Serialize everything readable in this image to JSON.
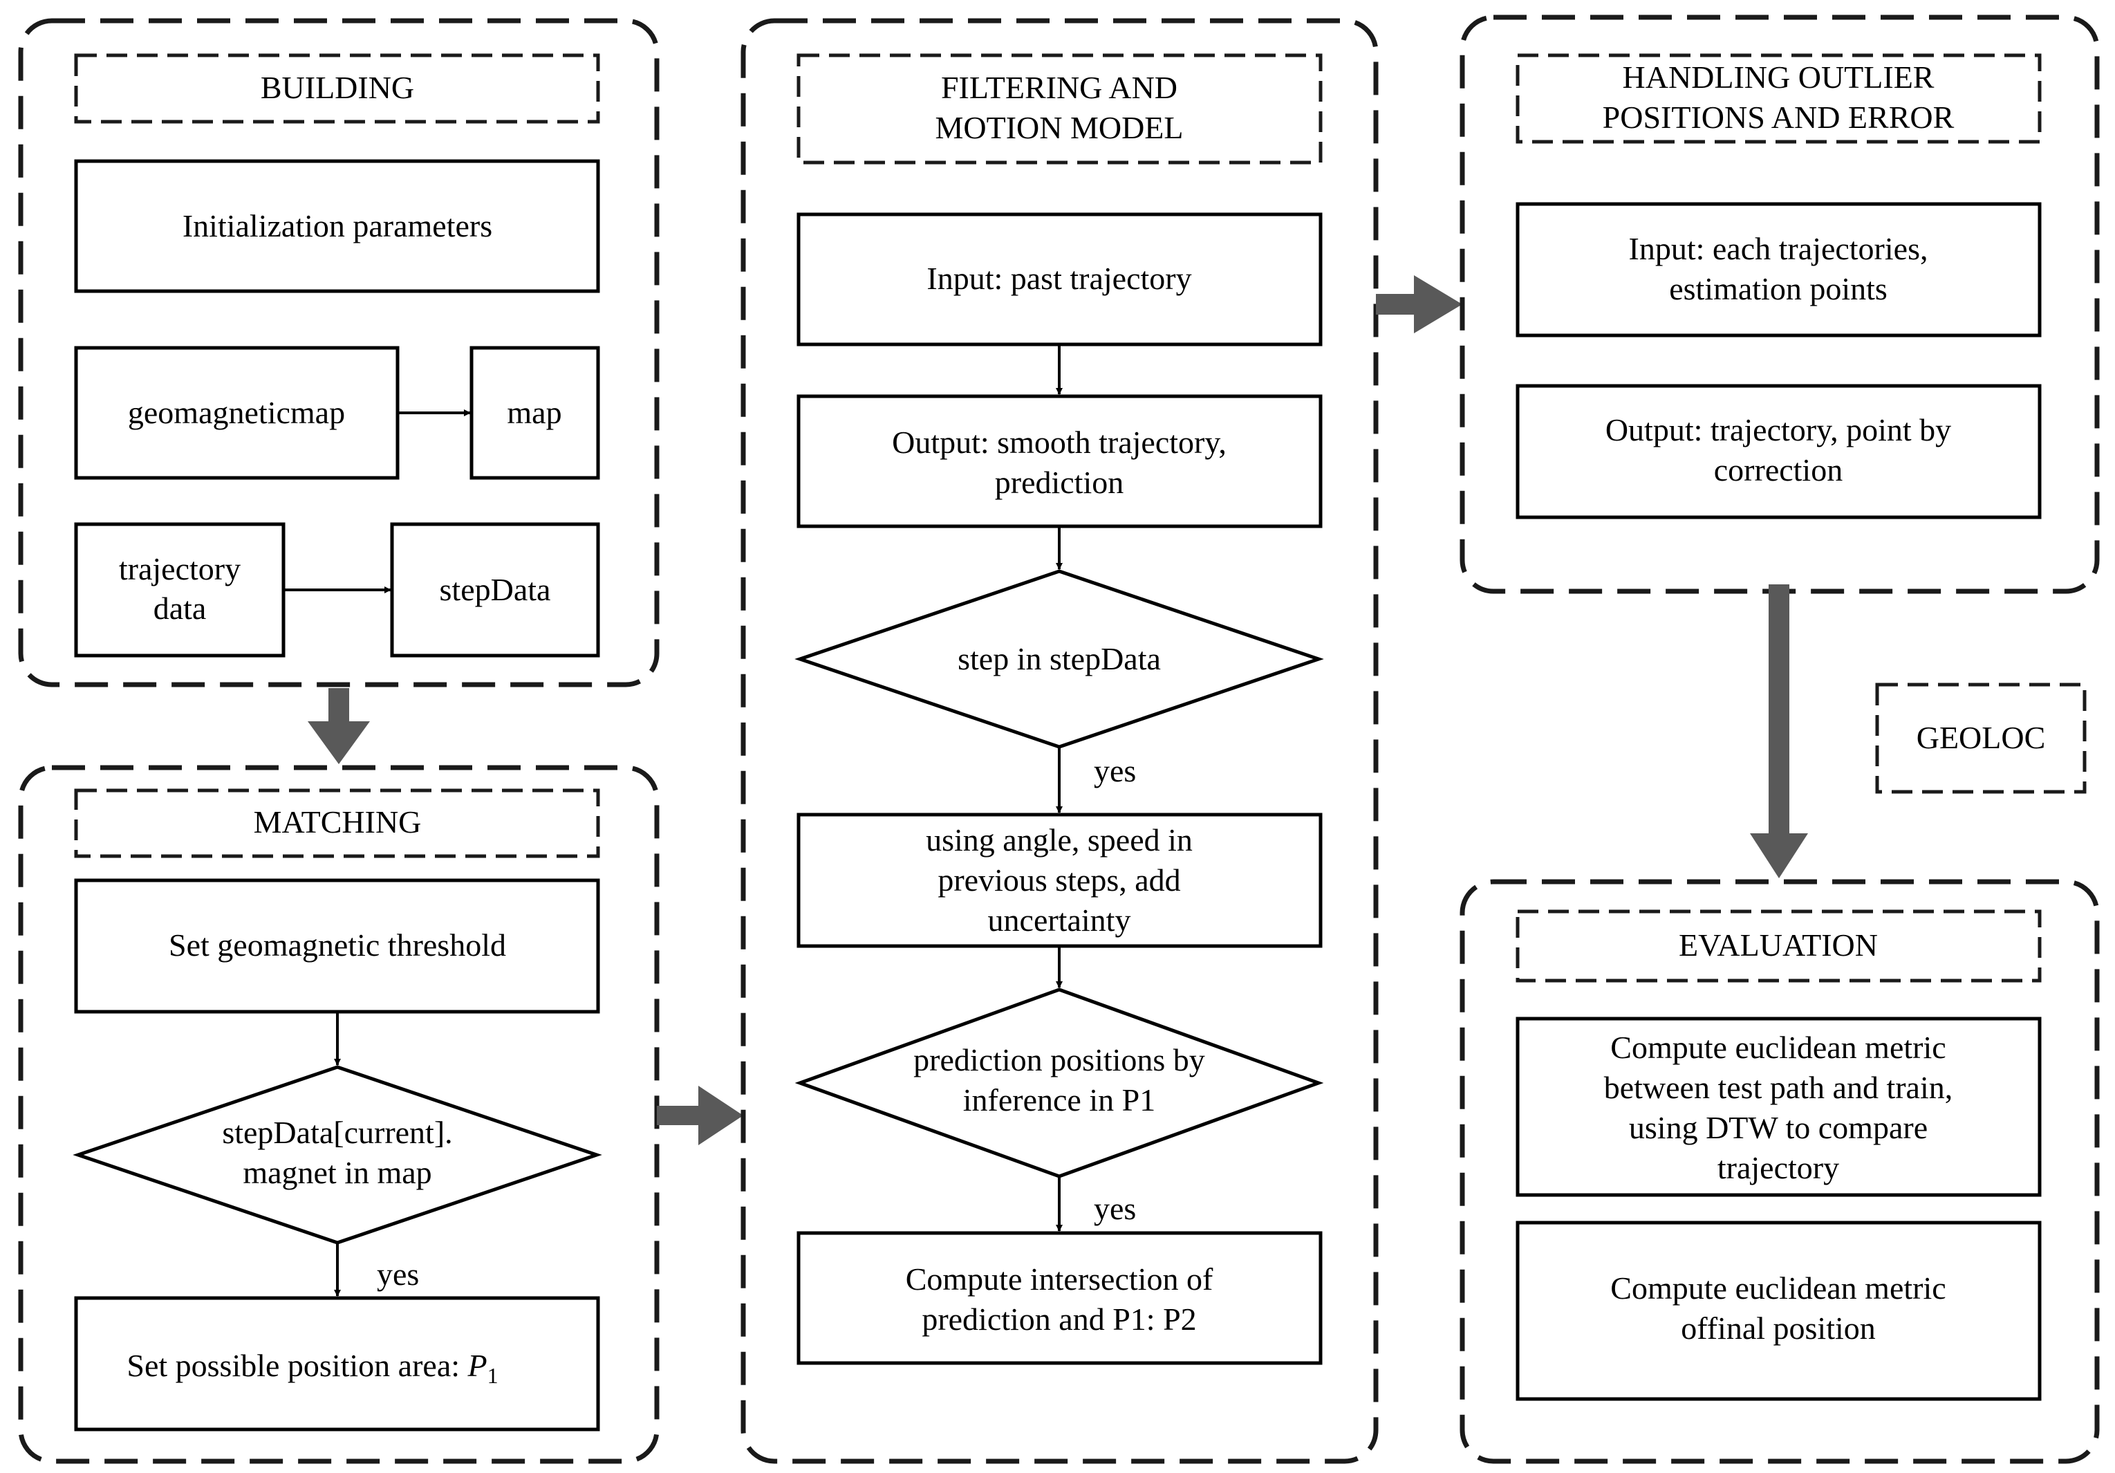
{
  "building": {
    "title": "BUILDING",
    "init_params": "Initialization parameters",
    "geomagneticmap": "geomagneticmap",
    "map": "map",
    "trajectory_data": [
      "trajectory",
      "data"
    ],
    "stepdata": "stepData"
  },
  "matching": {
    "title": "MATCHING",
    "threshold": "Set geomagnetic threshold",
    "decision": [
      "stepData[current].",
      "magnet in map"
    ],
    "yes": "yes",
    "position_area": "Set possible position area:",
    "position_var": "P",
    "position_sub": "1"
  },
  "filtering": {
    "title": [
      "FILTERING AND",
      "MOTION MODEL"
    ],
    "input": "Input: past trajectory",
    "output": [
      "Output: smooth trajectory,",
      "prediction"
    ],
    "decision1": "step in stepData",
    "yes1": "yes",
    "angle_speed": [
      "using angle, speed in",
      "previous steps, add",
      "uncertainty"
    ],
    "decision2": [
      "prediction positions by",
      "inference in P1"
    ],
    "yes2": "yes",
    "intersection": [
      "Compute intersection of",
      "prediction and P1: P2"
    ]
  },
  "outlier": {
    "title": [
      "HANDLING OUTLIER",
      "POSITIONS AND ERROR"
    ],
    "input": [
      "Input: each trajectories,",
      "estimation points"
    ],
    "output": [
      "Output: trajectory, point by",
      "correction"
    ]
  },
  "geoloc": "GEOLOC",
  "evaluation": {
    "title": "EVALUATION",
    "metric1": [
      "Compute euclidean metric",
      "between test path and train,",
      "using DTW to compare",
      "trajectory"
    ],
    "metric2": [
      "Compute euclidean metric",
      "offinal position"
    ]
  },
  "colors": {
    "stroke": "#1a1a1a",
    "fat_arrow": "#595959",
    "background": "#ffffff"
  }
}
